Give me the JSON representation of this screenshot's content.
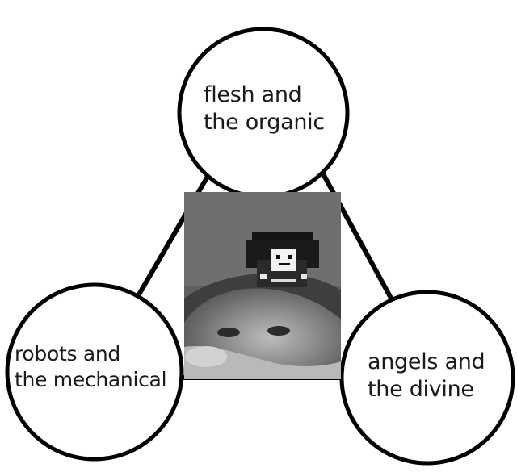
{
  "nodes": {
    "top": {
      "line1": "flesh and",
      "line2": "the organic"
    },
    "left": {
      "line1": "robots and",
      "line2": "the mechanical"
    },
    "right": {
      "line1": "angels and",
      "line2": "the divine"
    }
  },
  "colors": {
    "stroke": "#000000",
    "text": "#1a1a1a",
    "photo_bg": "#6f6f6f"
  },
  "center_image": {
    "icon": "pixel-face-over-photo-icon"
  }
}
